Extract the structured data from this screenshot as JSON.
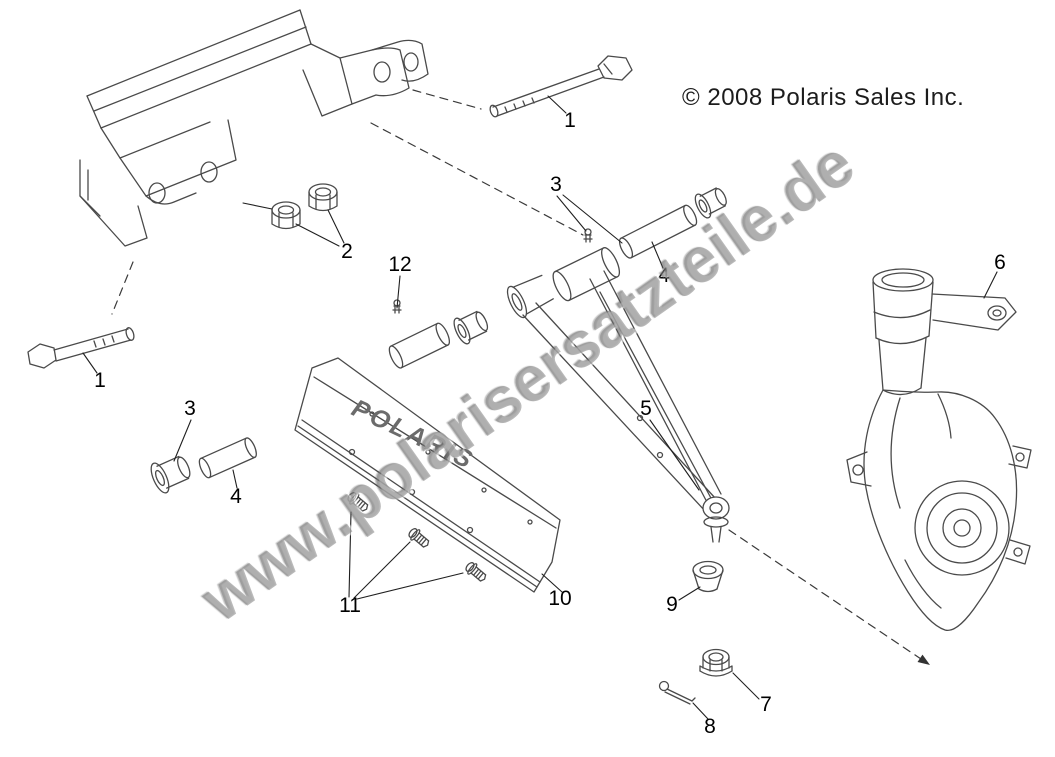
{
  "copyright": "© 2008 Polaris Sales Inc.",
  "watermark": "www.polarisersatzteile.de",
  "plate_logo": "POLARIS",
  "callouts": [
    "1",
    "1",
    "2",
    "3",
    "3",
    "4",
    "4",
    "5",
    "6",
    "7",
    "8",
    "9",
    "10",
    "11",
    "12"
  ]
}
